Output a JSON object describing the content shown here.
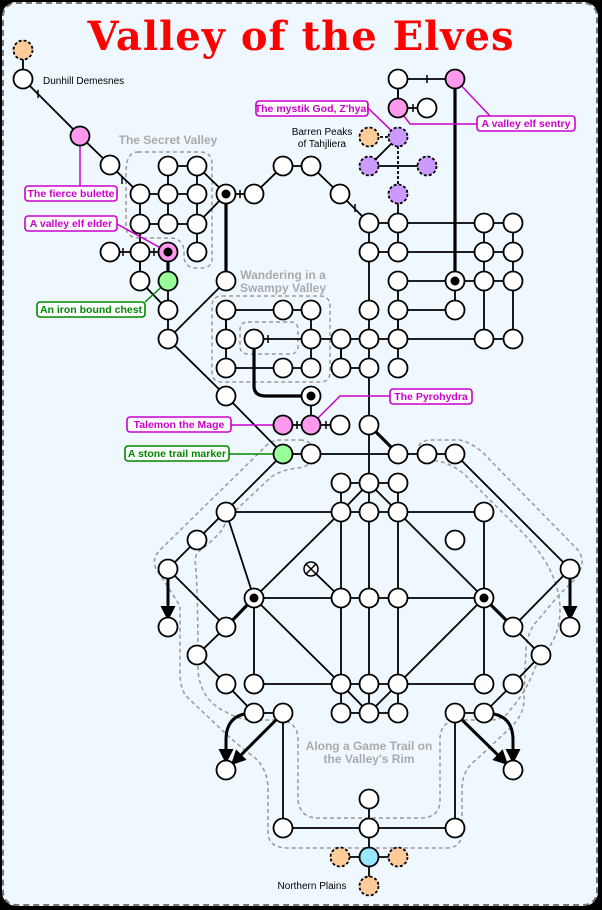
{
  "title": "Valley of the Elves",
  "colors": {
    "background": "#f0f8ff",
    "title": "#ff0000",
    "monster": "#ff99ee",
    "monster_border": "#cc00cc",
    "treasure": "#99ff99",
    "treasure_border": "#008800",
    "exit": "#ffcc99",
    "magic": "#cc99ff",
    "start": "#99e6ff",
    "region_label": "#aaaaaa"
  },
  "regions": [
    {
      "id": "secret-valley",
      "label": [
        "The Secret Valley"
      ]
    },
    {
      "id": "swampy-valley",
      "label": [
        "Wandering in a",
        "Swampy Valley"
      ]
    },
    {
      "id": "game-trail",
      "label": [
        "Along a Game Trail on",
        "the Valley's Rim"
      ]
    }
  ],
  "places": [
    {
      "id": "dunhill",
      "label": [
        "Dunhill Demesnes"
      ]
    },
    {
      "id": "barren-peaks",
      "label": [
        "Barren Peaks",
        "of Tahjliera"
      ]
    },
    {
      "id": "northern-plains",
      "label": [
        "Northern Plains"
      ]
    }
  ],
  "callouts": [
    {
      "id": "mystik-god",
      "text": "The mystik God, Z'hyal",
      "kind": "monster"
    },
    {
      "id": "valley-elf-sentry",
      "text": "A valley elf sentry",
      "kind": "monster"
    },
    {
      "id": "fierce-bulette",
      "text": "The fierce bulette",
      "kind": "monster"
    },
    {
      "id": "valley-elf-elder",
      "text": "A valley elf elder",
      "kind": "monster"
    },
    {
      "id": "iron-bound-chest",
      "text": "An iron bound chest",
      "kind": "treasure"
    },
    {
      "id": "pyrohydra",
      "text": "The Pyrohydra",
      "kind": "monster"
    },
    {
      "id": "talemon",
      "text": "Talemon the Mage",
      "kind": "monster"
    },
    {
      "id": "stone-trail-marker",
      "text": "A stone trail marker",
      "kind": "treasure"
    }
  ]
}
